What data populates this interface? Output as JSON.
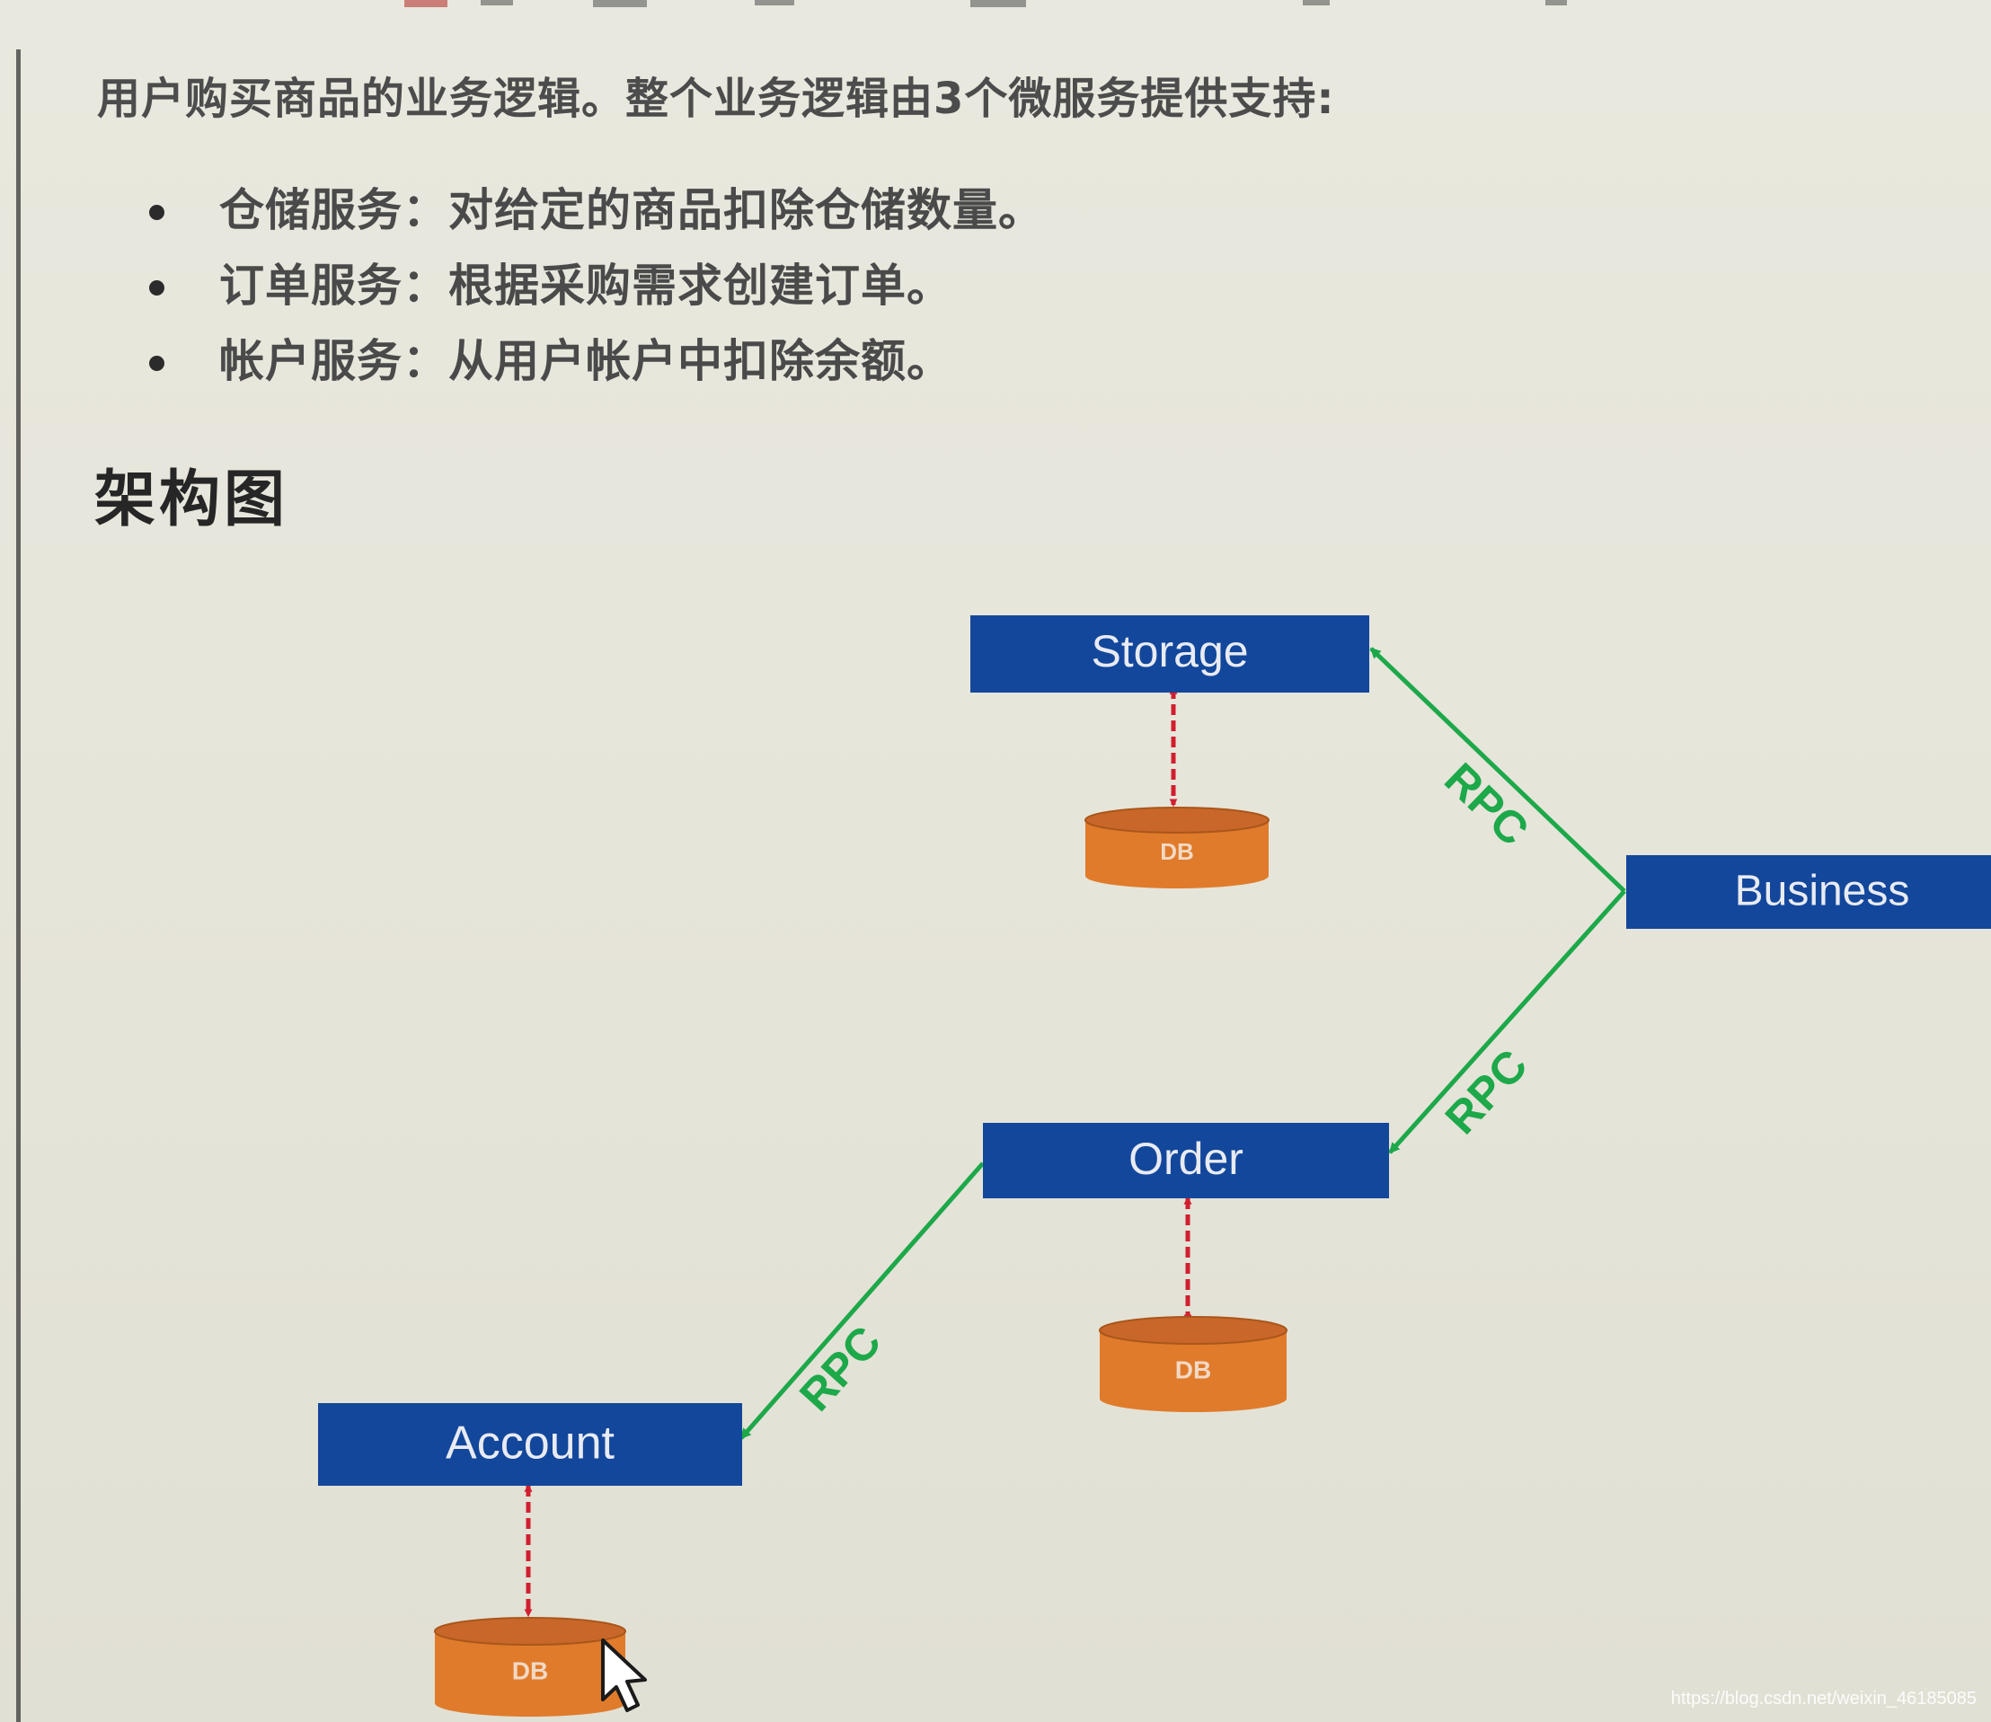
{
  "text": {
    "intro": "用户购买商品的业务逻辑。整个业务逻辑由3个微服务提供支持:",
    "bullets": [
      "仓储服务：对给定的商品扣除仓储数量。",
      "订单服务：根据采购需求创建订单。",
      "帐户服务：从用户帐户中扣除余额。"
    ],
    "section_title": "架构图",
    "watermark": "https://blog.csdn.net/weixin_46185085"
  },
  "diagram": {
    "nodes": {
      "storage": "Storage",
      "business": "Business",
      "order": "Order",
      "account": "Account"
    },
    "databases": {
      "storage_db": "DB",
      "order_db": "DB",
      "account_db": "DB"
    },
    "edges": {
      "business_storage": "RPC",
      "business_order": "RPC",
      "order_account": "RPC"
    }
  },
  "colors": {
    "service_box": "#13479b",
    "db_cylinder": "#e07b2b",
    "db_cylinder_dark": "#a9561b",
    "rpc_line": "#1da84a",
    "db_link": "#d11f2f"
  }
}
